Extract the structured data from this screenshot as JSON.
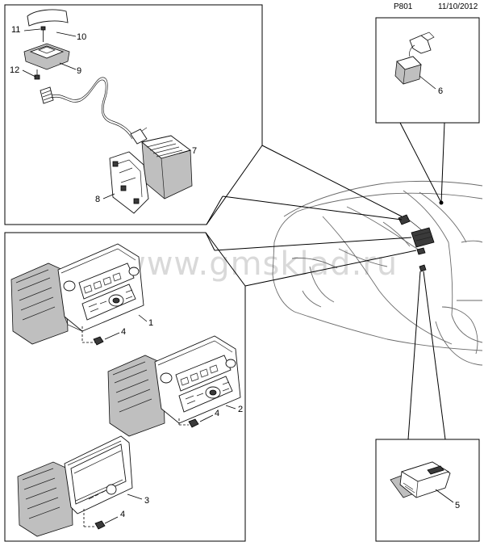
{
  "header": {
    "page_code": "P801",
    "date": "11/10/2012"
  },
  "watermark": "www.gmsklad.ru",
  "callouts": {
    "c1": "1",
    "c2": "2",
    "c3": "3",
    "c4a": "4",
    "c4b": "4",
    "c4c": "4",
    "c5": "5",
    "c6": "6",
    "c7": "7",
    "c8": "8",
    "c9": "9",
    "c10": "10",
    "c11": "11",
    "c12": "12"
  }
}
